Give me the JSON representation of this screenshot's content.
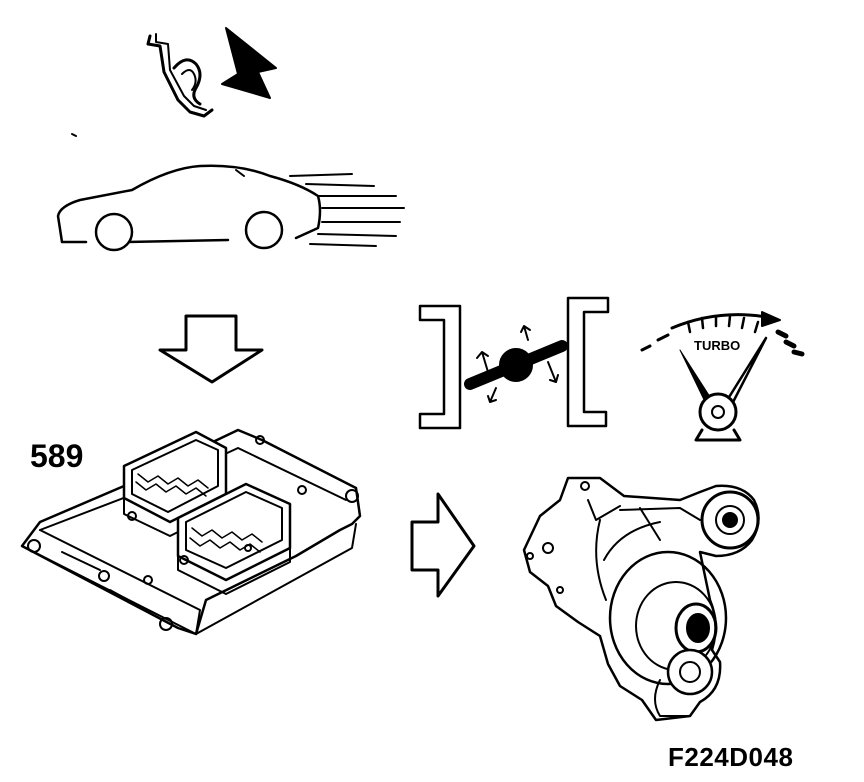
{
  "diagram": {
    "ecu_ref_number": "589",
    "gauge_label": "TURBO",
    "figure_id": "F224D048"
  },
  "colors": {
    "ink": "#000000",
    "paper": "#ffffff"
  },
  "icons": [
    "accelerator-pedal-icon",
    "press-arrow-icon",
    "car-accelerating-icon",
    "down-arrow-icon",
    "ecu-module-icon",
    "right-arrow-icon",
    "wastegate-valve-icon",
    "boost-gauge-icon",
    "turbocharger-icon"
  ]
}
